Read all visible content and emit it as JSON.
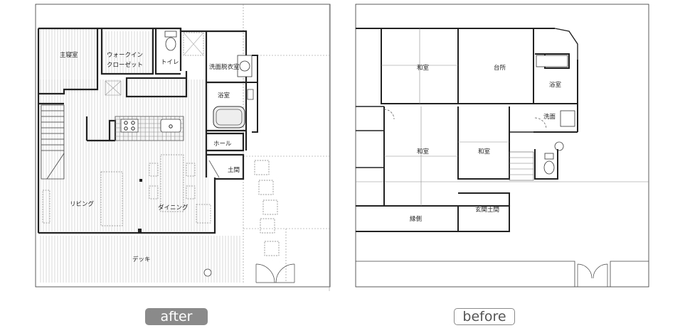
{
  "colors": {
    "line": "#222222",
    "hatch": "#bdbdbd",
    "tag_after_bg": "#8a8a8a",
    "tag_before_border": "#8a8a8a"
  },
  "after": {
    "tag": "after",
    "rooms": {
      "master_bedroom": "主寝室",
      "walk_in_closet_line1": "ウォークイン",
      "walk_in_closet_line2": "クローゼット",
      "toilet": "トイレ",
      "washroom": "洗面脱衣室",
      "bathroom": "浴室",
      "hall": "ホール",
      "doma": "土間",
      "living": "リビング",
      "dining": "ダイニング",
      "deck": "デッキ"
    }
  },
  "before": {
    "tag": "before",
    "rooms": {
      "washitsu_1": "和室",
      "kitchen": "台所",
      "bathroom": "浴室",
      "washroom": "洗面",
      "washitsu_2": "和室",
      "washitsu_3": "和室",
      "engawa": "縁側",
      "entrance": "玄関土間"
    }
  }
}
